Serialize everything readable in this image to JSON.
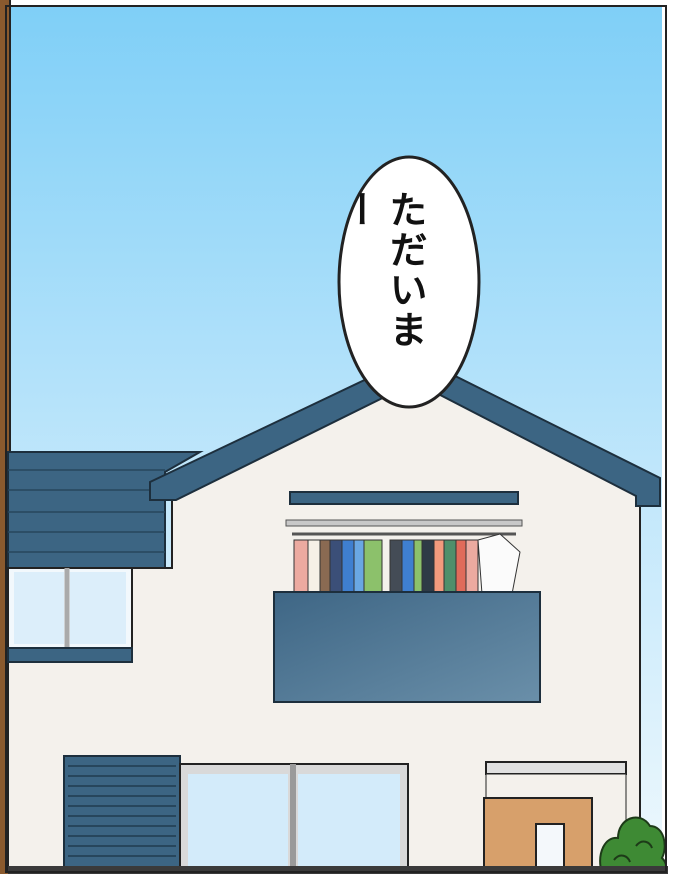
{
  "speech_bubble": {
    "text": "ただいまー"
  },
  "colors": {
    "sky_top": "#7fcff7",
    "sky_bottom": "#e8f6fd",
    "wall": "#f4f1ec",
    "roof_navy": "#3c6583",
    "balcony": "#4a7190",
    "door": "#d7a06b",
    "shrub": "#3e8a34"
  },
  "icons": [
    "speech-bubble",
    "laundry",
    "shrub"
  ]
}
